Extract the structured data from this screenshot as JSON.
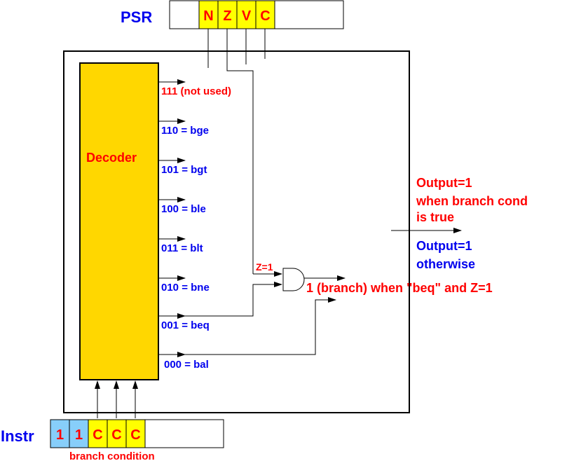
{
  "colors": {
    "red": "#ff0000",
    "blue": "#0000ee",
    "yellow": "#ffff00",
    "decoder_fill": "#ffd700",
    "light_blue": "#87cefa",
    "line": "#000000"
  },
  "psr": {
    "label": "PSR",
    "flags": [
      "N",
      "Z",
      "V",
      "C"
    ]
  },
  "decoder": {
    "label": "Decoder"
  },
  "outputs": [
    {
      "text": "111 (not used)",
      "color": "red"
    },
    {
      "text": "110 = bge",
      "color": "blue"
    },
    {
      "text": "101 = bgt",
      "color": "blue"
    },
    {
      "text": "100 = ble",
      "color": "blue"
    },
    {
      "text": "011 = blt",
      "color": "blue"
    },
    {
      "text": "010 = bne",
      "color": "blue"
    },
    {
      "text": "001 = beq",
      "color": "blue"
    },
    {
      "text": "000 = bal",
      "color": "blue"
    }
  ],
  "gate": {
    "input_label": "Z=1",
    "output_label": "1 (branch) when \"beq\" and Z=1"
  },
  "notes": {
    "true_line1": "Output=1",
    "true_line2": "when branch cond",
    "true_line3": "is true",
    "other_line1": "Output=1",
    "other_line2": "otherwise"
  },
  "instr": {
    "label": "Instr",
    "opcode_bits": [
      "1",
      "1"
    ],
    "cond_bits": [
      "C",
      "C",
      "C"
    ],
    "caption": "branch condition"
  }
}
